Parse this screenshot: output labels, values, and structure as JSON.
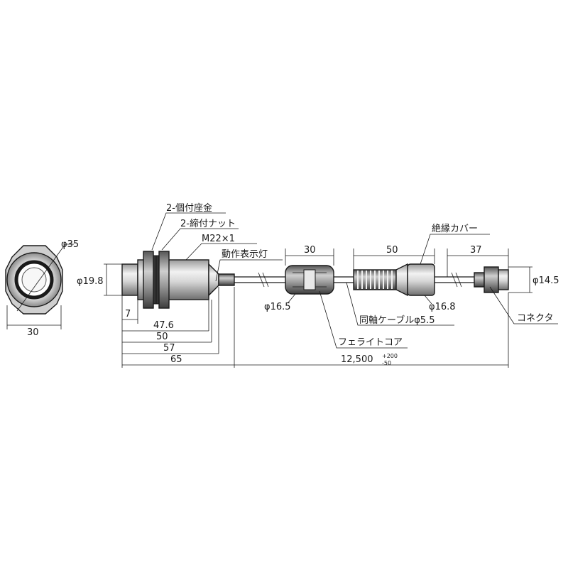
{
  "labels": {
    "mounting_bracket": "2-個付座金",
    "clamp_nut": "2-締付ナット",
    "thread": "M22×1",
    "operation_indicator": "動作表示灯",
    "insulation_cover": "絶縁カバー",
    "coax_cable": "同軸ケーブルφ5.5",
    "connector": "コネクタ",
    "ferrite_core": "フェライトコア"
  },
  "dimensions": {
    "face_diameter": "φ35",
    "face_width": "30",
    "body_diameter": "φ19.8",
    "nose_length": "7",
    "d_47_6": "47.6",
    "d_50": "50",
    "d_57": "57",
    "d_65": "65",
    "core_length": "30",
    "core_diameter": "φ16.5",
    "cover_length": "50",
    "cover_diameter": "φ16.8",
    "connector_length": "37",
    "connector_diameter": "φ14.5",
    "cable_length": "12,500",
    "cable_tol_plus": "+200",
    "cable_tol_minus": "-50"
  }
}
